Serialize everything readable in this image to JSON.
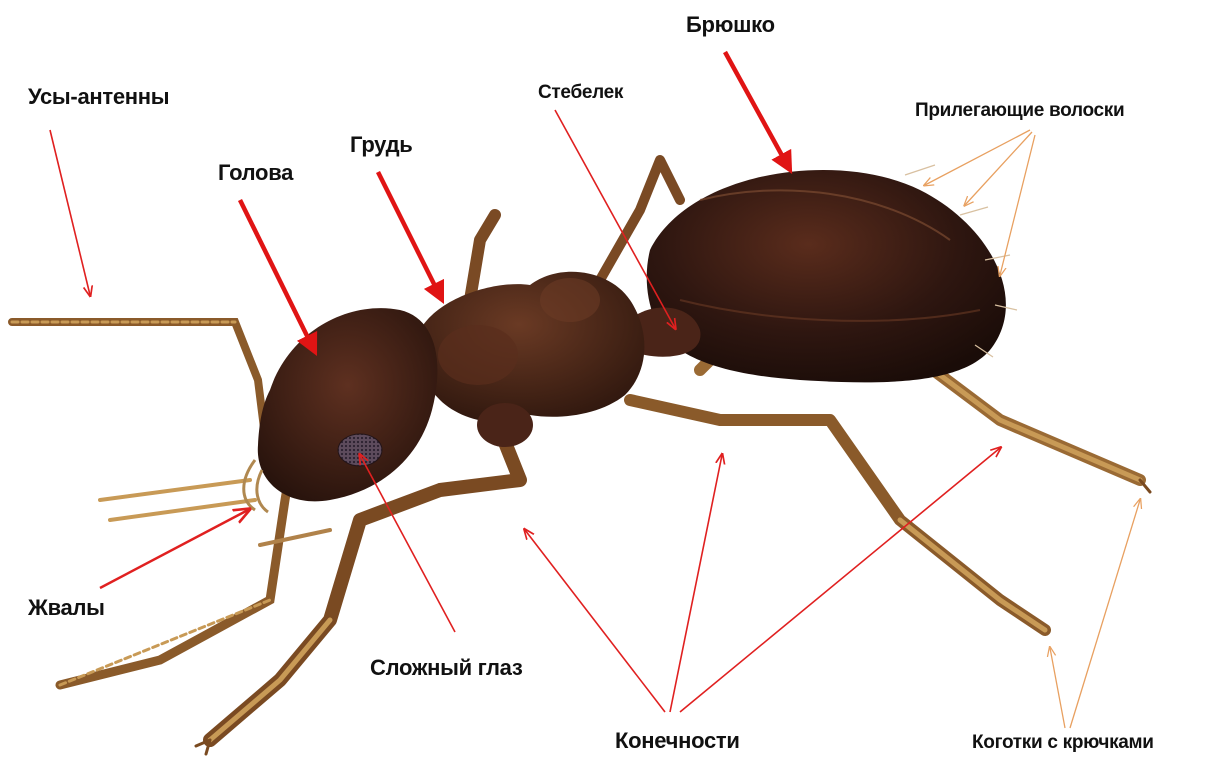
{
  "labels": {
    "antennae": "Усы-антенны",
    "head": "Голова",
    "thorax": "Грудь",
    "abdomen": "Брюшко",
    "petiole": "Стебелек",
    "hairs": "Прилегающие  волоски",
    "mandibles": "Жвалы",
    "compound_eye": "Сложный глаз",
    "legs": "Конечности",
    "claws": "Коготки с крючками"
  },
  "colors": {
    "arrow_thick": "#e01414",
    "arrow_thin": "#e02020",
    "arrow_tan": "#e8a060",
    "body_dark": "#2b1510",
    "body_mid": "#4a2418",
    "leg": "#8a5a2a",
    "leg_light": "#c89a56"
  }
}
